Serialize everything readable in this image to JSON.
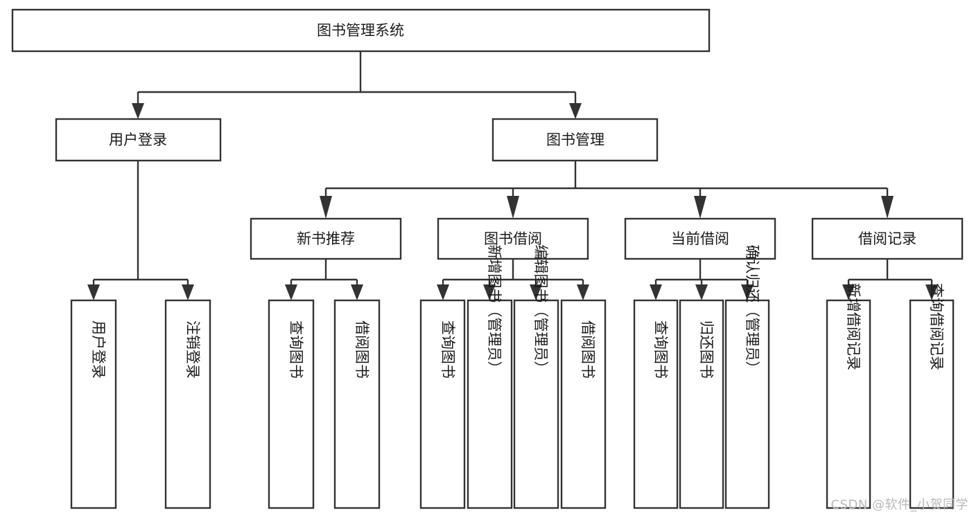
{
  "diagram": {
    "type": "tree-hierarchy",
    "title": "图书管理系统",
    "orientation": "top-down",
    "colors": {
      "box_fill": "#ffffff",
      "box_stroke": "#333333",
      "text": "#1a1a1a",
      "watermark": "#b8b8b8",
      "background": "#ffffff"
    },
    "root": {
      "id": "root",
      "label": "图书管理系统",
      "text_orientation": "horizontal"
    },
    "level2": [
      {
        "id": "user-login",
        "label": "用户登录",
        "text_orientation": "horizontal"
      },
      {
        "id": "book-management",
        "label": "图书管理",
        "text_orientation": "horizontal"
      }
    ],
    "level3": [
      {
        "id": "new-book-recommend",
        "label": "新书推荐",
        "parent": "book-management",
        "text_orientation": "horizontal"
      },
      {
        "id": "book-borrow",
        "label": "图书借阅",
        "parent": "book-management",
        "text_orientation": "horizontal"
      },
      {
        "id": "current-borrow",
        "label": "当前借阅",
        "parent": "book-management",
        "text_orientation": "horizontal"
      },
      {
        "id": "borrow-record",
        "label": "借阅记录",
        "parent": "book-management",
        "text_orientation": "horizontal"
      }
    ],
    "leaves": [
      {
        "id": "leaf-user-login",
        "label": "用户登录",
        "parent": "user-login",
        "text_orientation": "vertical"
      },
      {
        "id": "leaf-user-logout",
        "label": "注销登录",
        "parent": "user-login",
        "text_orientation": "vertical"
      },
      {
        "id": "leaf-query-book-recommend",
        "label": "查询图书",
        "parent": "new-book-recommend",
        "text_orientation": "vertical"
      },
      {
        "id": "leaf-borrow-book-recommend",
        "label": "借阅图书",
        "parent": "new-book-recommend",
        "text_orientation": "vertical"
      },
      {
        "id": "leaf-query-book-borrow",
        "label": "查询图书",
        "parent": "book-borrow",
        "text_orientation": "vertical"
      },
      {
        "id": "leaf-add-book-admin",
        "label": "新增图书（管理员）",
        "parent": "book-borrow",
        "text_orientation": "vertical"
      },
      {
        "id": "leaf-edit-book-admin",
        "label": "编辑图书（管理员）",
        "parent": "book-borrow",
        "text_orientation": "vertical"
      },
      {
        "id": "leaf-borrow-book",
        "label": "借阅图书",
        "parent": "book-borrow",
        "text_orientation": "vertical"
      },
      {
        "id": "leaf-query-book-current",
        "label": "查询图书",
        "parent": "current-borrow",
        "text_orientation": "vertical"
      },
      {
        "id": "leaf-return-book",
        "label": "归还图书",
        "parent": "current-borrow",
        "text_orientation": "vertical"
      },
      {
        "id": "leaf-confirm-return-admin",
        "label": "确认归还（管理员）",
        "parent": "current-borrow",
        "text_orientation": "vertical"
      },
      {
        "id": "leaf-add-borrow-record",
        "label": "新增借阅记录",
        "parent": "borrow-record",
        "text_orientation": "vertical"
      },
      {
        "id": "leaf-query-borrow-record",
        "label": "查询借阅记录",
        "parent": "borrow-record",
        "text_orientation": "vertical"
      }
    ]
  },
  "watermark": {
    "label": "CSDN @软件_小贺同学"
  }
}
